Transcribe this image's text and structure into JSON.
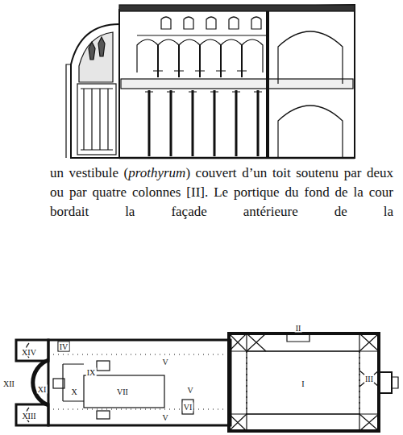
{
  "diagram": {
    "labels": [
      "un vestibule (",
      "prothyrum",
      ") couvert d’un toit soutenu par deux ou par quatre colonnes [II]. Le portique du fond de la cour bordait la façade antérieure de la",
      "XIV",
      "IV",
      "XII",
      "XI",
      "X",
      "IX",
      "VII",
      "V",
      "V",
      "V",
      "VI",
      "XIII",
      "I",
      "II",
      "III"
    ]
  }
}
